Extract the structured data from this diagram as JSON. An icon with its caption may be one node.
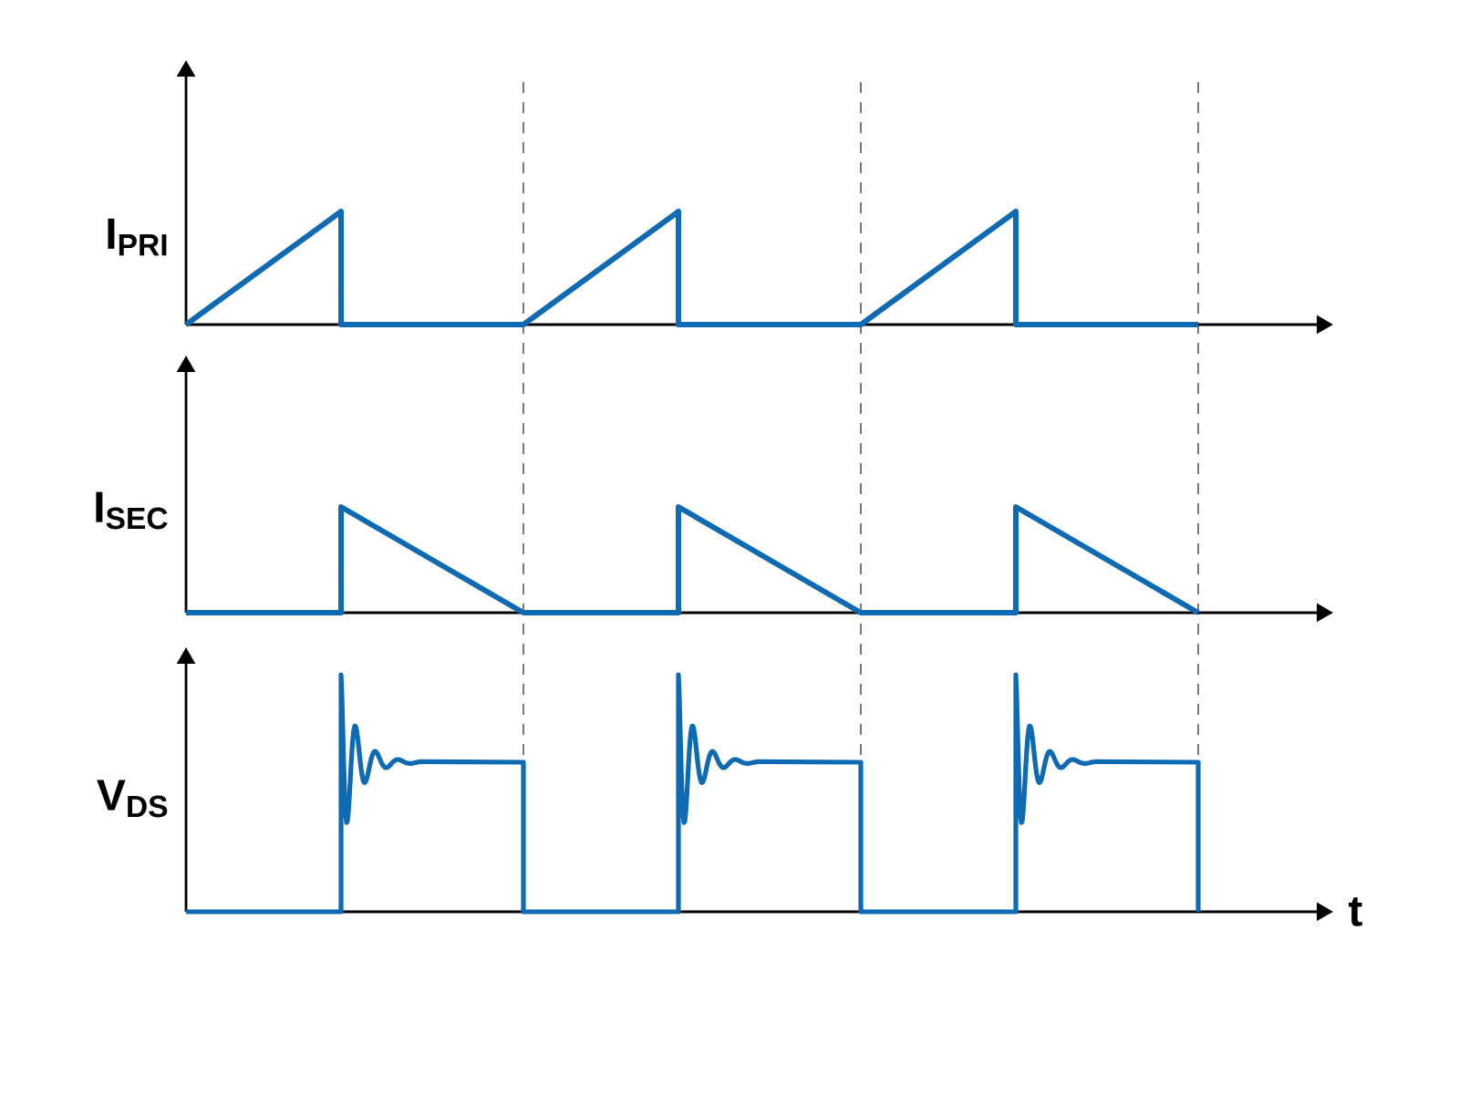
{
  "diagram": {
    "labels": [
      "I$_{PRI}$",
      "I$_{SEC}$",
      "V$_{DS}$",
      "t"
    ]
  }
}
